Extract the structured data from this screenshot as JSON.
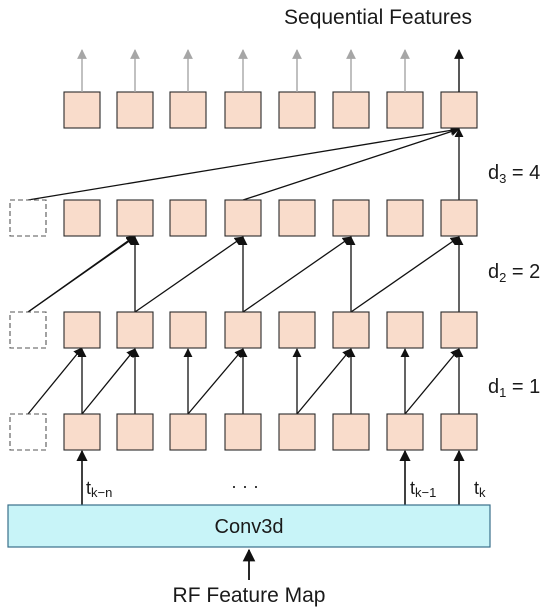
{
  "title": "Sequential Features",
  "dilations": [
    {
      "base": "d",
      "sub": "1",
      "rest": " = 1"
    },
    {
      "base": "d",
      "sub": "2",
      "rest": " = 2"
    },
    {
      "base": "d",
      "sub": "3",
      "rest": " = 4"
    }
  ],
  "time_labels": [
    {
      "base": "t",
      "sub": "k−n"
    },
    {
      "base": "t",
      "sub": "k−1"
    },
    {
      "base": "t",
      "sub": "k"
    }
  ],
  "ellipsis": "·   ·   ·",
  "conv_label": "Conv3d",
  "input_label": "RF  Feature Map",
  "colors": {
    "node_fill": "#f9dccb",
    "node_stroke": "#2b2b2b",
    "conv_fill": "#c8f4f8",
    "conv_stroke": "#3a6f8a",
    "edge": "#111111",
    "output_arrow_faded": "#a6a6a6",
    "padding_stroke": "#555555"
  }
}
